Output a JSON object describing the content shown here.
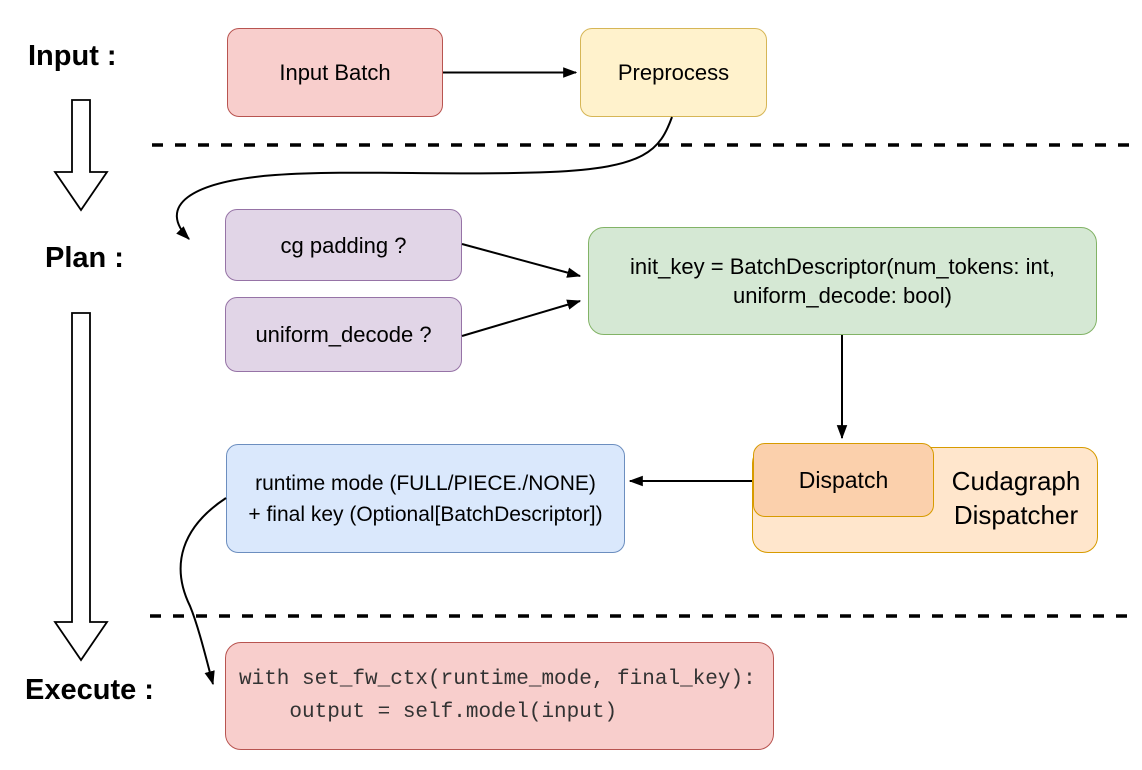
{
  "sections": {
    "input": "Input :",
    "plan": "Plan :",
    "execute": "Execute :"
  },
  "nodes": {
    "input_batch": {
      "label": "Input Batch"
    },
    "preprocess": {
      "label": "Preprocess"
    },
    "cg_padding": {
      "label": "cg padding ?"
    },
    "uniform_decode": {
      "label": "uniform_decode ?"
    },
    "init_key": {
      "line1": "init_key = BatchDescriptor(num_tokens: int,",
      "line2": "uniform_decode: bool)"
    },
    "dispatch": {
      "label": "Dispatch"
    },
    "cudagraph_dispatcher": {
      "line1": "Cudagraph",
      "line2": "Dispatcher"
    },
    "runtime_mode": {
      "line1": "runtime mode (FULL/PIECE./NONE)",
      "line2": "+ final key (Optional[BatchDescriptor])"
    },
    "execute_code": {
      "line1": "with set_fw_ctx(runtime_mode, final_key):",
      "line2": "    output = self.model(input)"
    }
  },
  "colors": {
    "red_fill": "#f8cecc",
    "red_stroke": "#b85450",
    "yellow_fill": "#fff2cc",
    "yellow_stroke": "#d6b656",
    "purple_fill": "#e1d5e7",
    "purple_stroke": "#9673a6",
    "green_fill": "#d5e8d4",
    "green_stroke": "#82b366",
    "blue_fill": "#dae8fc",
    "blue_stroke": "#6c8ebf",
    "orange_fill": "#ffe6cc",
    "orange_stroke": "#d79b00",
    "peach_fill": "#fbd0ac",
    "line_color": "#000000"
  }
}
